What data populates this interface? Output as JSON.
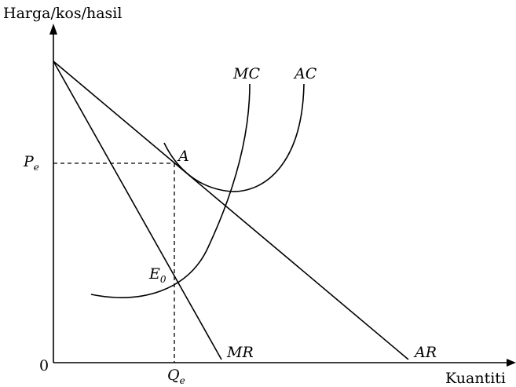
{
  "diagram": {
    "y_axis_label": "Harga/kos/hasil",
    "x_axis_label": "Kuantiti",
    "origin_label": "0",
    "curves": {
      "mc": "MC",
      "ac": "AC",
      "mr": "MR",
      "ar": "AR"
    },
    "points": {
      "a": "A",
      "e0_main": "E",
      "e0_sub": "0"
    },
    "price": {
      "main": "P",
      "sub": "e"
    },
    "quantity": {
      "main": "Q",
      "sub": "e"
    }
  }
}
